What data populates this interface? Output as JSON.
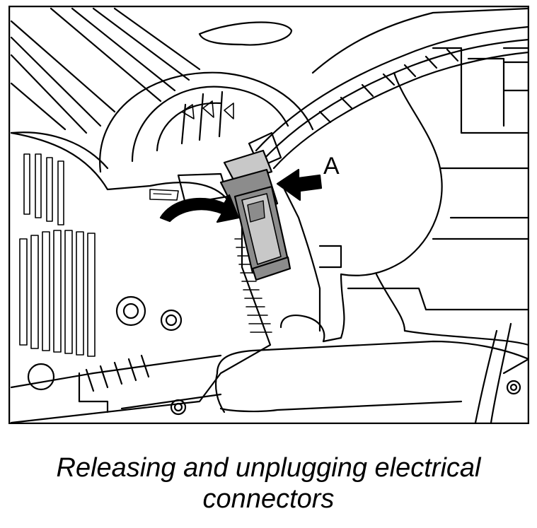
{
  "figure": {
    "callout_label": "A",
    "caption_line1": "Releasing and unplugging electrical",
    "caption_line2": "connectors"
  },
  "colors": {
    "line": "#000000",
    "connector_fill": "#8c8c8c",
    "connector_light": "#c8c8c8",
    "background": "#ffffff"
  }
}
